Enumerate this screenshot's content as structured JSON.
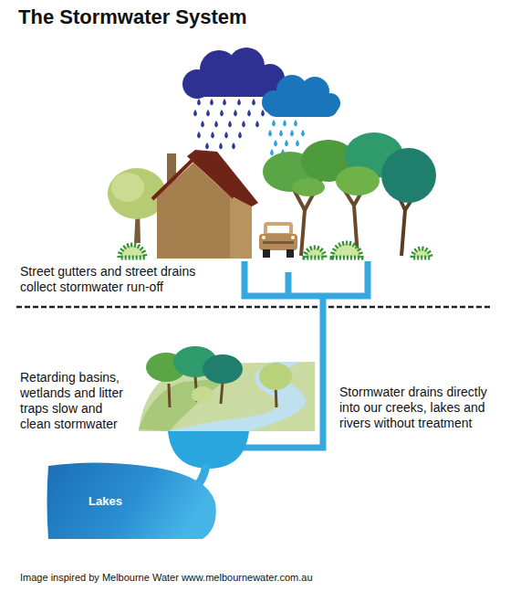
{
  "diagram": {
    "title": "The Stormwater System",
    "caption": "Image inspired by Melbourne Water www.melbournewater.com.au",
    "nodes": [
      {
        "text": [
          "Lakes"
        ]
      }
    ],
    "labels": [
      "Street gutters and street drains collect stormwater run-off",
      "Retarding basins, wetlands and litter traps slow and clean stormwater",
      "Stormwater drains directly into our creeks, lakes and rivers without treatment"
    ]
  }
}
